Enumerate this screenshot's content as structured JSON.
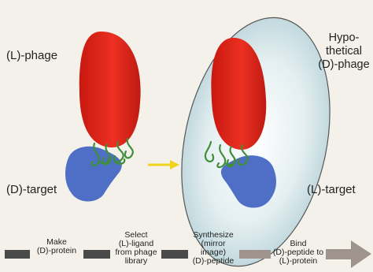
{
  "labels": {
    "l_phage": "(L)-phage",
    "d_target": "(D)-target",
    "hypothetical": [
      "Hypo-",
      "thetical",
      "(D)-phage"
    ],
    "l_target": "(L)-target"
  },
  "steps": [
    {
      "lines": [
        "Make",
        "(D)-protein"
      ]
    },
    {
      "lines": [
        "Select",
        "(L)-ligand",
        "from phage",
        "library"
      ]
    },
    {
      "lines": [
        "Synthesize",
        "(mirror",
        "image)",
        "(D)-peptide"
      ]
    },
    {
      "lines": [
        "Bind",
        "(D)-peptide to",
        "(L)-protein"
      ]
    }
  ],
  "colors": {
    "phage_red": "#e0241b",
    "target_blue": "#4f6fc6",
    "ligand_green": "#3f8f3a",
    "arrow_yellow": "#f1d21c",
    "oval_fill": "#c9dfe4",
    "bar_dark": "#4a4a4a",
    "bar_light": "#9e948d"
  },
  "icons": {
    "transition_arrow": "yellow-right-arrow",
    "flow_arrow": "gray-right-arrow"
  }
}
